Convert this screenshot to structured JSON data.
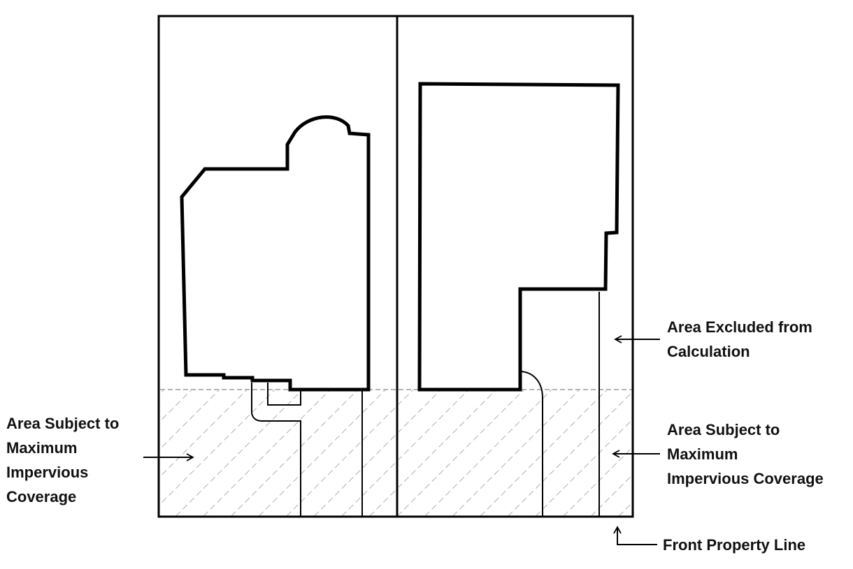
{
  "labels": {
    "left_subject": [
      "Area Subject to",
      "Maximum",
      "Impervious",
      "Coverage"
    ],
    "excluded": [
      "Area Excluded from",
      "Calculation"
    ],
    "right_subject": [
      "Area Subject to",
      "Maximum",
      "Impervious Coverage"
    ],
    "front_property_line": "Front Property Line"
  },
  "colors": {
    "lines": "#000000",
    "hatch": "#b5b5b5",
    "text": "#111111"
  }
}
